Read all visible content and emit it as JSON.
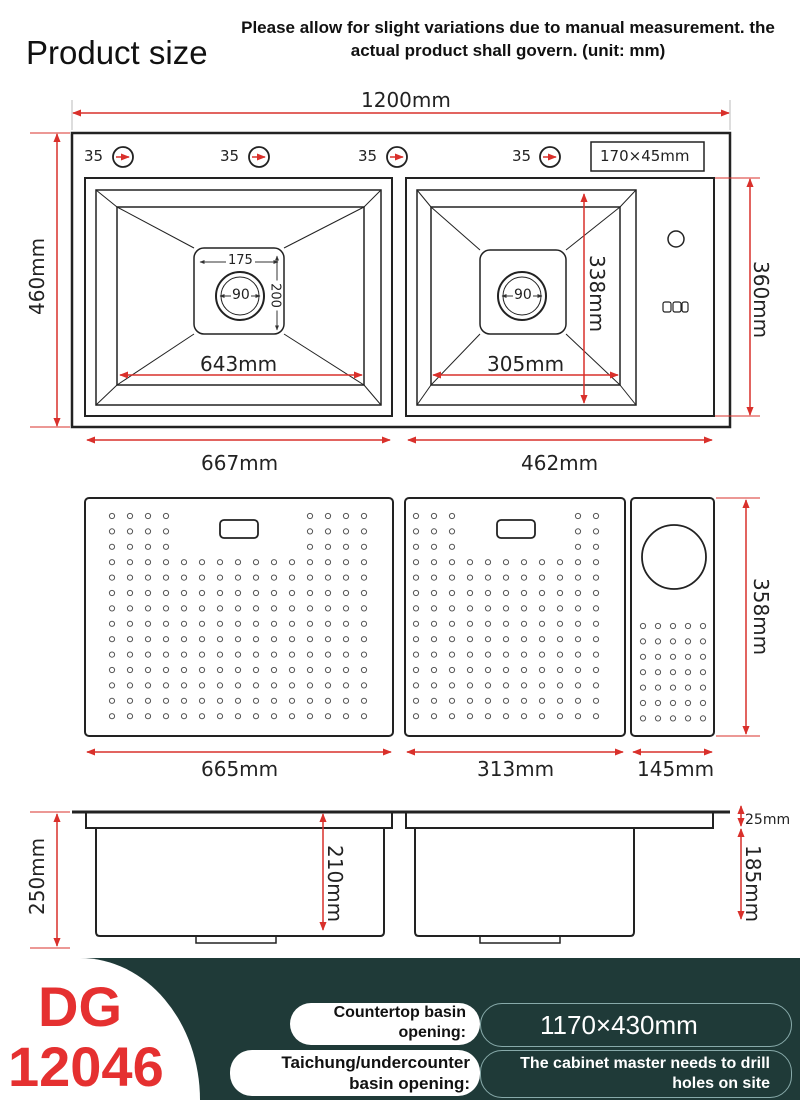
{
  "title": "Product size",
  "note": "Please allow for slight variations due to manual measurement. the actual product shall govern. (unit: mm)",
  "top_view": {
    "total_width": "1200mm",
    "total_depth": "460mm",
    "right_depth": "360mm",
    "holes": [
      "35",
      "35",
      "35",
      "35"
    ],
    "slot_label": "170×45mm",
    "left_inner_width": "643mm",
    "right_inner_depth": "338mm",
    "right_inner_width": "305mm",
    "left_drain_w": "175",
    "left_drain_h": "200",
    "left_drain_d": "90",
    "right_drain_d": "90",
    "left_outer_width": "667mm",
    "right_outer_width": "462mm"
  },
  "drain_boards": {
    "left_width": "665mm",
    "mid_width": "313mm",
    "right_width": "145mm",
    "height": "358mm"
  },
  "side_view": {
    "total_height": "250mm",
    "bowl_depth": "210mm",
    "flange": "25mm",
    "right_depth": "185mm"
  },
  "footer": {
    "code_line1": "DG",
    "code_line2": "12046",
    "row1_label": "Countertop basin opening:",
    "row1_value": "1170×430mm",
    "row2_label": "Taichung/undercounter basin opening:",
    "row2_value": "The cabinet master needs to drill holes on site"
  },
  "colors": {
    "dimension": "#d9302b",
    "outline": "#222222",
    "footer_bg": "#1f3a38",
    "code": "#e53030"
  }
}
